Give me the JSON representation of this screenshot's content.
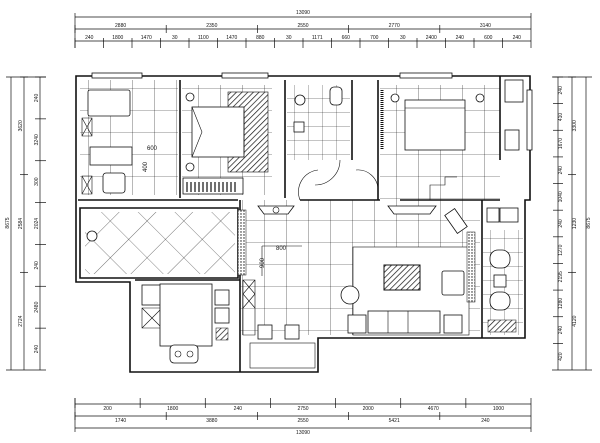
{
  "plan": {
    "top_dims": {
      "total": "13090",
      "segments": [
        "2880",
        "2350",
        "2550",
        "2770",
        "3140"
      ],
      "details": [
        "240",
        "1800",
        "1470",
        "30",
        "1100",
        "1470",
        "880",
        "30",
        "1171",
        "660",
        "700",
        "30",
        "2400",
        "240",
        "600",
        "240"
      ]
    },
    "bottom_dims": {
      "total": "13090",
      "segments": [
        "1740",
        "3880",
        "2550",
        "5421",
        "240"
      ],
      "details": [
        "200",
        "1800",
        "240",
        "2750",
        "2000",
        "4670",
        "1000"
      ]
    },
    "left_dims": {
      "total": "8675",
      "segments": [
        "3620",
        "2584",
        "2724"
      ],
      "details": [
        "240",
        "3240",
        "300",
        "2024",
        "240",
        "2480",
        "240"
      ]
    },
    "right_dims": {
      "total": "8675",
      "segments": [
        "3300",
        "1230",
        "4120"
      ],
      "details": [
        "240",
        "410",
        "1670",
        "240",
        "1040",
        "240",
        "1270",
        "2195",
        "1280",
        "240",
        "420"
      ]
    },
    "annotations": [
      "600",
      "400",
      "800",
      "900"
    ]
  }
}
